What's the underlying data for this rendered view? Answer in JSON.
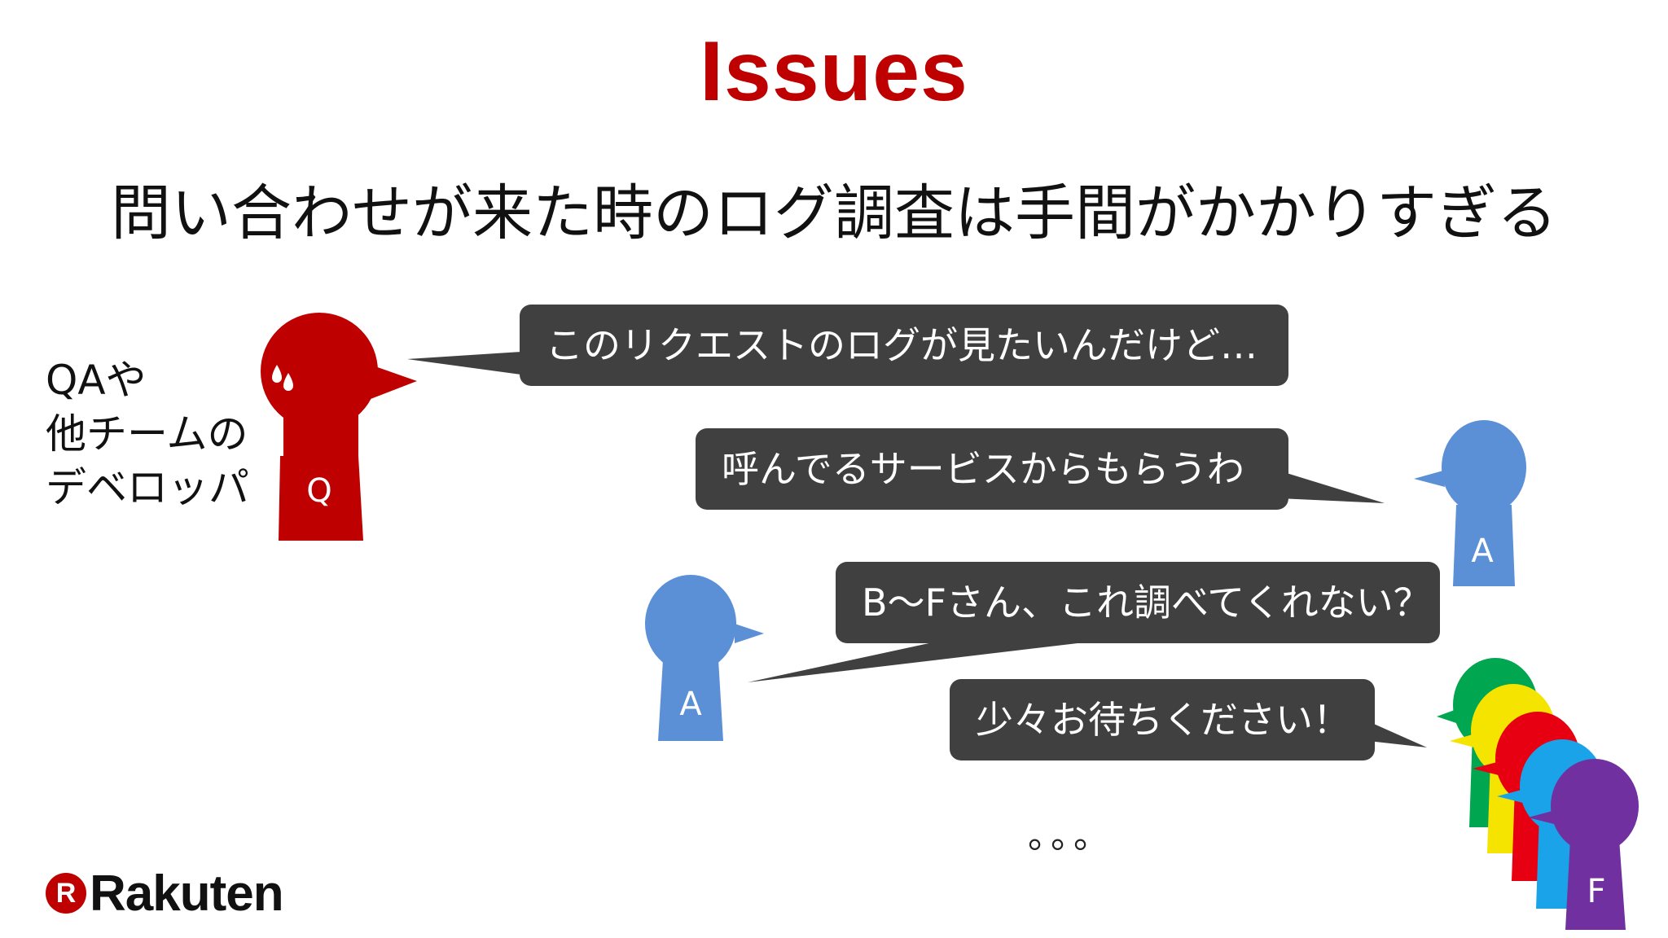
{
  "slide": {
    "title": "Issues",
    "subtitle": "問い合わせが来た時のログ調査は手間がかかりすぎる",
    "side_label_lines": [
      "QAや",
      "他チームの",
      "デベロッパ"
    ],
    "bubbles": [
      "このリクエストのログが見たいんだけど…",
      "呼んでるサービスからもらうわ",
      "B〜Fさん、これ調べてくれない？",
      "少々お待ちください！"
    ],
    "figures": {
      "q_letter": "Q",
      "a_right_letter": "A",
      "a_center_letter": "A",
      "f_letter": "F"
    },
    "ellipsis": "。。。",
    "logo": {
      "mark": "R",
      "text": "Rakuten"
    }
  },
  "colors": {
    "title": "#bf0000",
    "bubble": "#404040",
    "figure_q": "#bf0000",
    "figure_a": "#5b8fd6",
    "stack": [
      "#00a650",
      "#f5e400",
      "#e60012",
      "#1aa3e8",
      "#7030a0"
    ]
  }
}
